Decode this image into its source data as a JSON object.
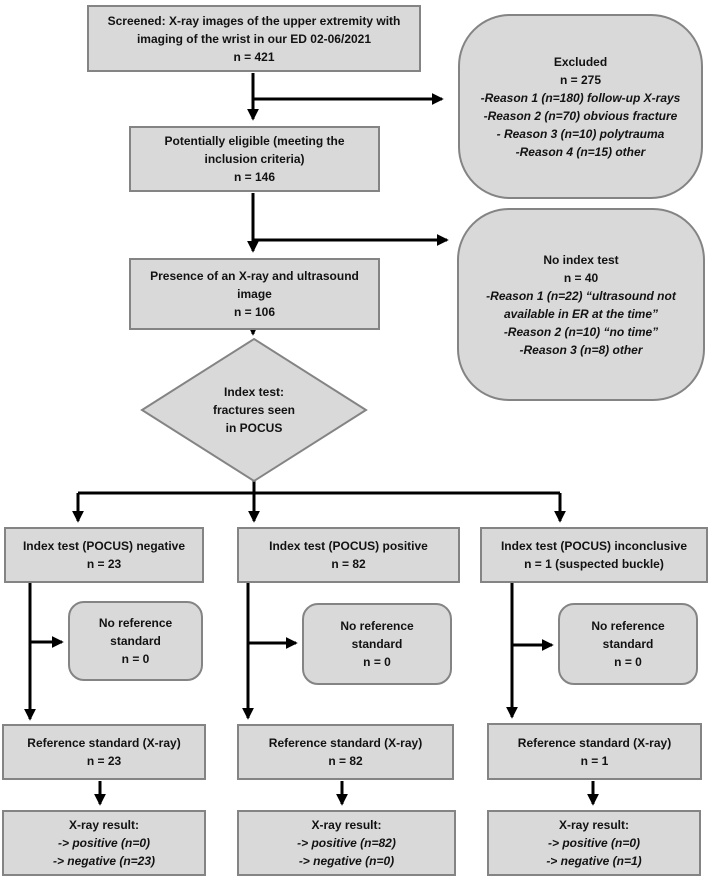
{
  "colors": {
    "box_fill": "#d9d9d9",
    "box_border": "#848484",
    "arrow": "#000000",
    "text": "#121212",
    "background": "#ffffff"
  },
  "flow": {
    "screened": "Screened: X-ray images of the upper extremity with\nimaging of the wrist in our ED 02-06/2021\nn = 421",
    "excluded": {
      "title": "Excluded",
      "count": "n = 275",
      "reasons": [
        "-Reason 1 (n=180) follow-up X-rays",
        "-Reason 2 (n=70) obvious fracture",
        "- Reason 3 (n=10) polytrauma",
        "-Reason 4 (n=15) other"
      ]
    },
    "potentially_eligible": "Potentially eligible (meeting the\ninclusion criteria)\nn = 146",
    "no_index_test": {
      "title": "No index test",
      "count": "n = 40",
      "reasons": [
        "-Reason 1 (n=22) “ultrasound not\navailable in ER at the time”",
        "-Reason 2 (n=10) “no time”",
        "-Reason 3 (n=8) other"
      ]
    },
    "presence": "Presence of an X-ray and ultrasound\nimage\nn = 106",
    "decision": "Index test:\nfractures seen\nin POCUS",
    "columns": [
      {
        "index_test": "Index test (POCUS) negative\nn = 23",
        "no_reference": "No reference\nstandard\nn = 0",
        "reference": "Reference standard (X-ray)\nn = 23",
        "result_title": "X-ray result:",
        "result_lines": [
          "-> positive (n=0)",
          "-> negative (n=23)"
        ]
      },
      {
        "index_test": "Index test (POCUS) positive\nn = 82",
        "no_reference": "No reference\nstandard\nn = 0",
        "reference": "Reference standard (X-ray)\nn = 82",
        "result_title": "X-ray result:",
        "result_lines": [
          "-> positive (n=82)",
          "-> negative (n=0)"
        ]
      },
      {
        "index_test": "Index test (POCUS) inconclusive\nn = 1 (suspected buckle)",
        "no_reference": "No reference\nstandard\nn = 0",
        "reference": "Reference standard (X-ray)\nn = 1",
        "result_title": "X-ray result:",
        "result_lines": [
          "-> positive (n=0)",
          "-> negative (n=1)"
        ]
      }
    ]
  }
}
